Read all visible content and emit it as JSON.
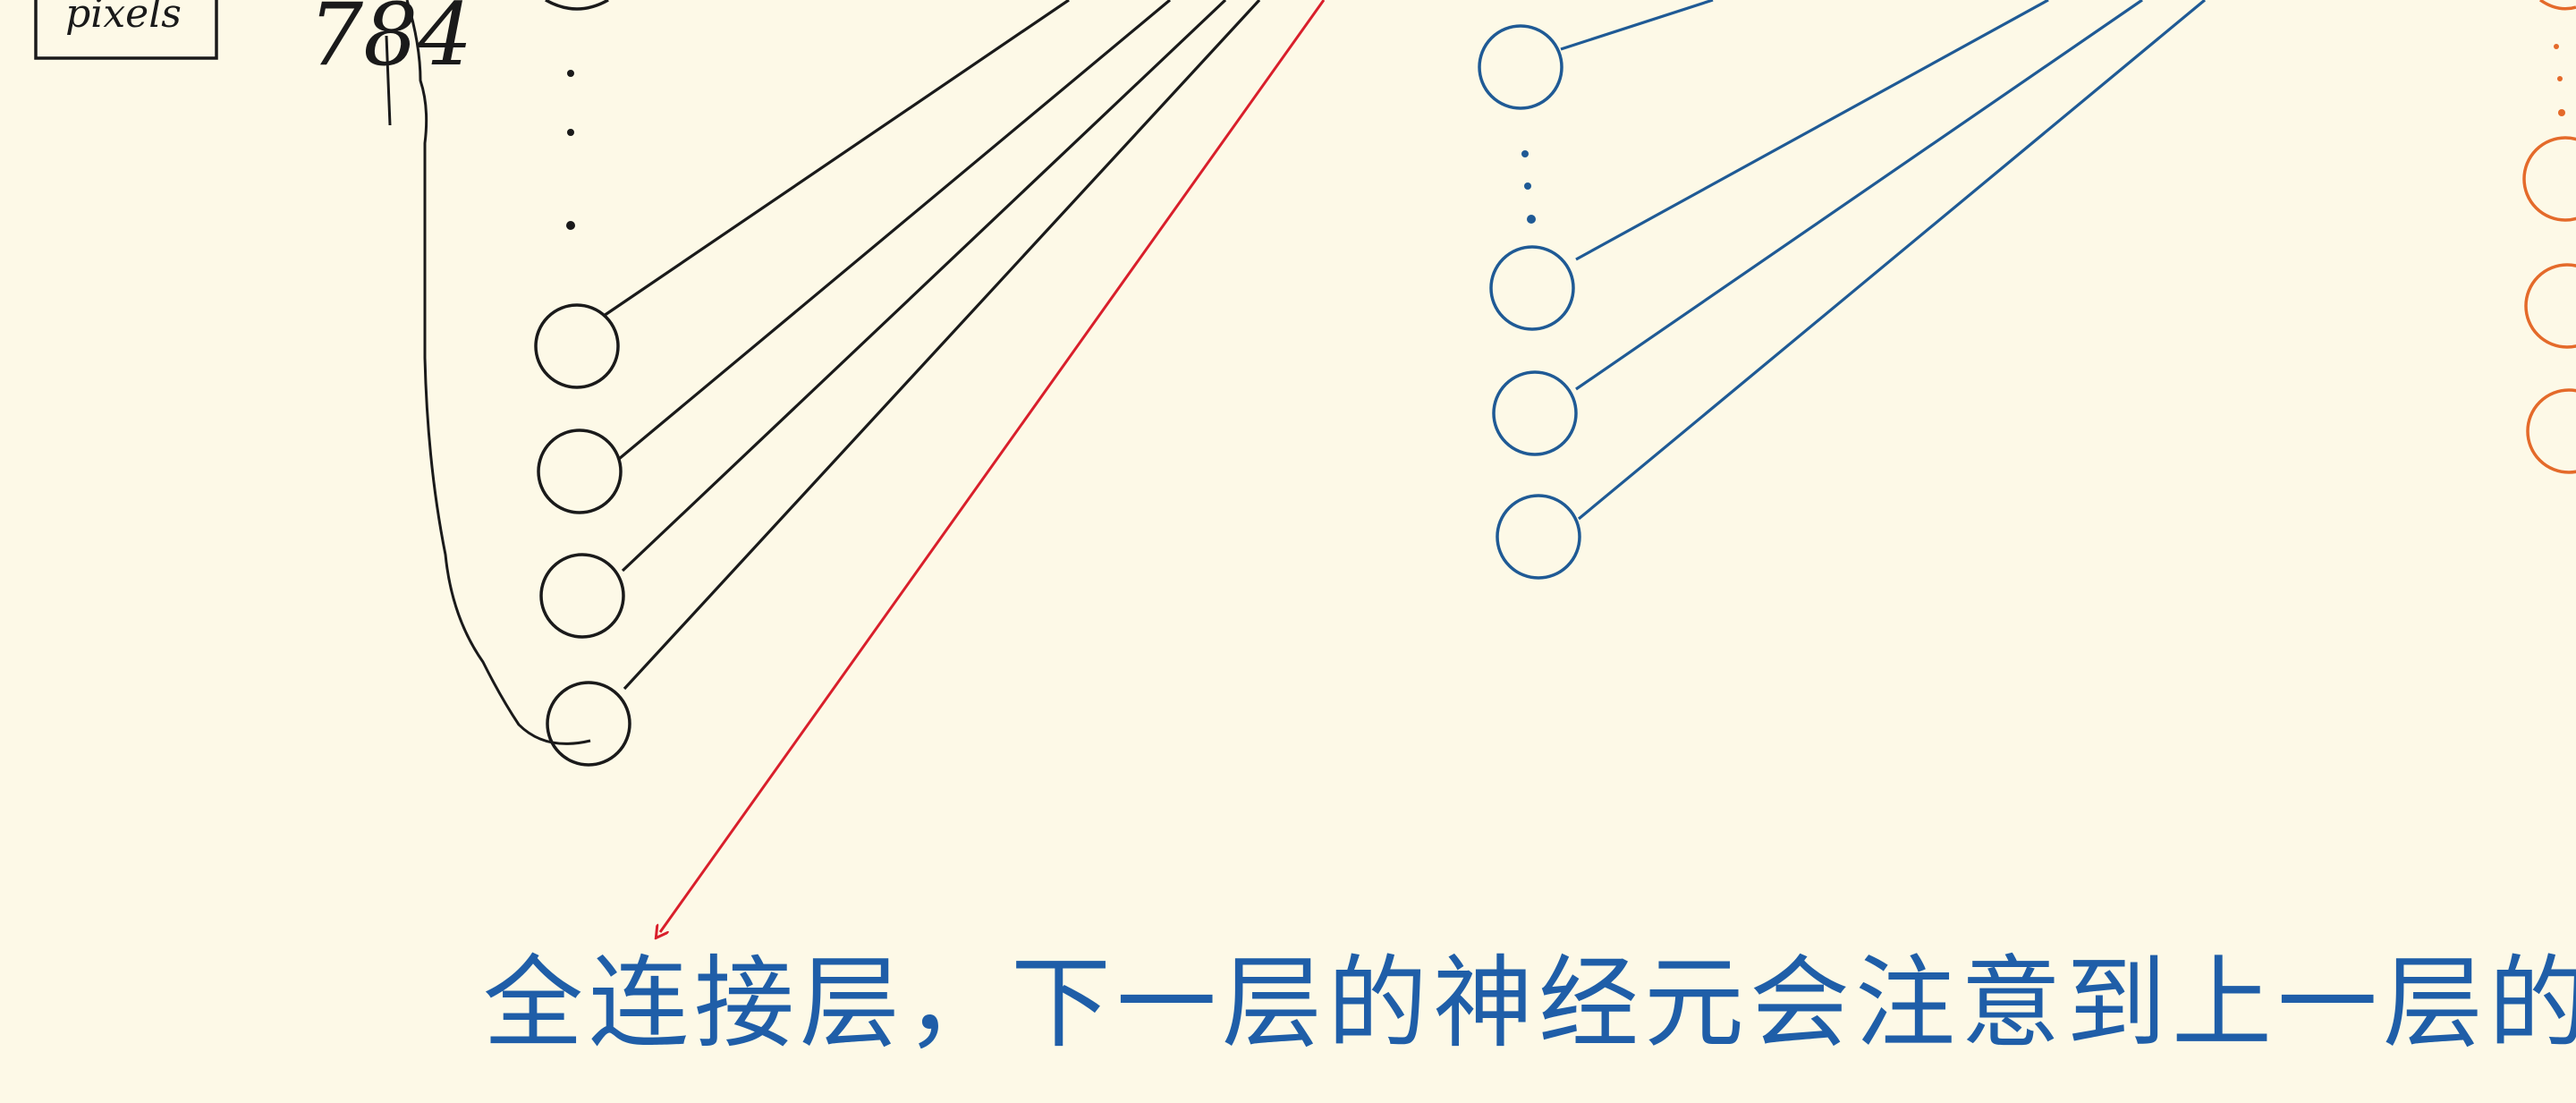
{
  "diagram": {
    "type": "fully-connected-network-sketch",
    "input_box_label": "pixels",
    "input_count_label": "784",
    "caption": "全连接层，下一层的神经元会注意到上一层的所有神经元，",
    "colors": {
      "background": "#fdf9e7",
      "input_layer": "#1a1a1a",
      "hidden_layer": "#1f5a95",
      "output_layer": "#e46a2a",
      "arrow": "#d91f2b",
      "caption": "#1f5ea8"
    }
  }
}
